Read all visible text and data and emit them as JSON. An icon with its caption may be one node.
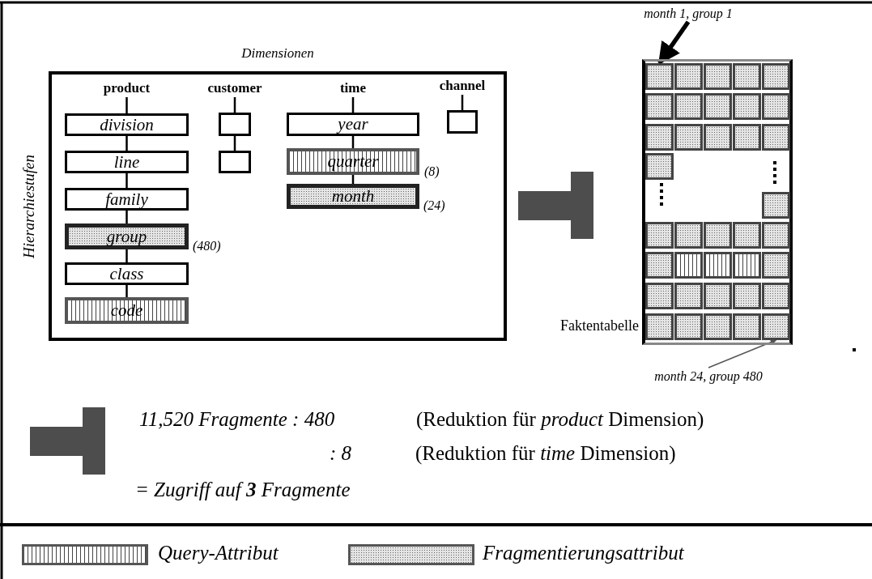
{
  "diagram": {
    "nodes": [
      {
        "text": [
          "Dimensionen"
        ]
      },
      {
        "text": [
          "product"
        ],
        "in": 0
      },
      {
        "text": [
          "division"
        ],
        "in": 0
      },
      {
        "text": [
          "line"
        ],
        "in": 0
      },
      {
        "text": [
          "family"
        ],
        "in": 0
      },
      {
        "text": [
          "group"
        ],
        "in": 0,
        "beside": [
          "(480)"
        ]
      },
      {
        "text": [
          "class"
        ],
        "in": 0
      },
      {
        "text": [
          "code"
        ],
        "in": 0
      },
      {
        "text": [
          "customer"
        ],
        "in": 0
      },
      {
        "text": [],
        "shape": "box",
        "in": 0
      },
      {
        "text": [],
        "shape": "box",
        "in": 0
      },
      {
        "text": [
          "time"
        ],
        "in": 0
      },
      {
        "text": [
          "year"
        ],
        "in": 0
      },
      {
        "text": [
          "quarter"
        ],
        "in": 0,
        "beside": [
          "(8)"
        ]
      },
      {
        "text": [
          "month"
        ],
        "in": 0,
        "beside": [
          "(24)"
        ]
      },
      {
        "text": [
          "channel"
        ],
        "in": 0
      },
      {
        "text": [],
        "shape": "box",
        "in": 0
      },
      {
        "text": [
          "Faktentabelle"
        ]
      },
      {
        "text": [
          "month 1, group 1"
        ]
      },
      {
        "text": [],
        "shape": "box",
        "in": 17
      },
      {
        "text": [
          "month 24, group 480"
        ]
      },
      {
        "text": [],
        "shape": "box",
        "in": 17
      },
      {
        "text": [],
        "shape": "arrow"
      },
      {
        "text": [],
        "shape": "arrow"
      }
    ],
    "edges": [
      {
        "from": 1,
        "to": 2,
        "arrow": "none"
      },
      {
        "from": 2,
        "to": 3,
        "arrow": "none"
      },
      {
        "from": 3,
        "to": 4,
        "arrow": "none"
      },
      {
        "from": 4,
        "to": 5,
        "arrow": "none"
      },
      {
        "from": 5,
        "to": 6,
        "arrow": "none"
      },
      {
        "from": 6,
        "to": 7,
        "arrow": "none"
      },
      {
        "from": 8,
        "to": 9,
        "arrow": "none"
      },
      {
        "from": 9,
        "to": 10,
        "arrow": "none"
      },
      {
        "from": 11,
        "to": 12,
        "arrow": "none"
      },
      {
        "from": 12,
        "to": 13,
        "arrow": "none"
      },
      {
        "from": 13,
        "to": 14,
        "arrow": "none"
      },
      {
        "from": 15,
        "to": 16,
        "arrow": "none"
      },
      {
        "from": 18,
        "to": 19,
        "arrow": "to",
        "style": "thick"
      },
      {
        "from": 20,
        "to": 21,
        "arrow": "to",
        "color": "#555555"
      }
    ],
    "labels": [
      "Hierarchiestufen",
      "11,520 Fragmente : 480",
      "(Reduktion für *product* Dimension)",
      ": 8",
      "(Reduktion für *time* Dimension)",
      "= Zugriff auf **3** Fragmente"
    ],
    "legend": [
      {
        "text": "Query-Attribut"
      },
      {
        "text": "Fragmentierungsattribut"
      }
    ]
  }
}
